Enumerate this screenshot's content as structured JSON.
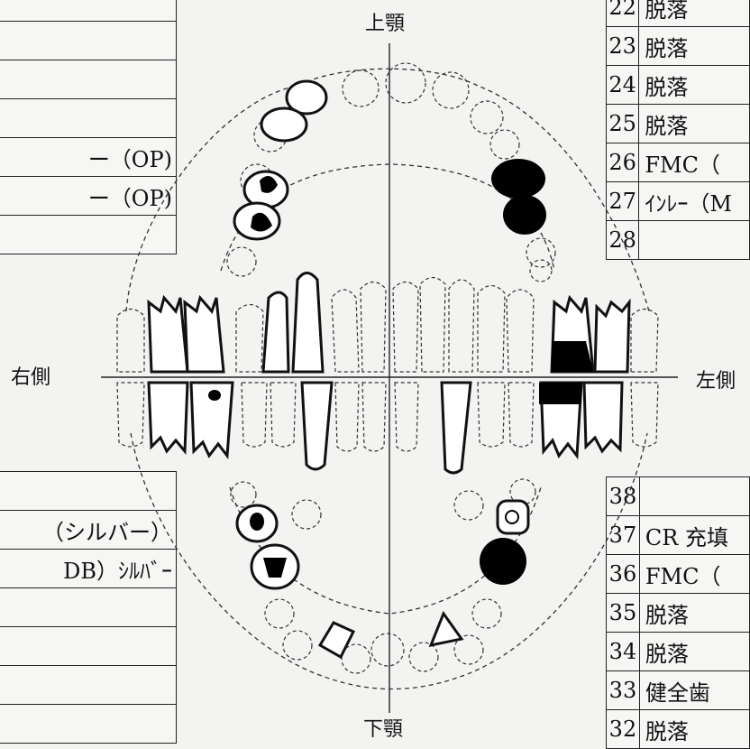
{
  "jaw_labels": {
    "upper": "上顎",
    "lower": "下顎",
    "right": "右側",
    "left": "左側"
  },
  "upper_right_rows": [
    {
      "text": ""
    },
    {
      "text": ""
    },
    {
      "text": ""
    },
    {
      "text": ""
    },
    {
      "text": "ー（OP)"
    },
    {
      "text": "ー（OP)"
    },
    {
      "text": ""
    }
  ],
  "upper_left_rows": [
    {
      "num": "22",
      "text": "脱落"
    },
    {
      "num": "23",
      "text": "脱落"
    },
    {
      "num": "24",
      "text": "脱落"
    },
    {
      "num": "25",
      "text": "脱落"
    },
    {
      "num": "26",
      "text": "FMC（"
    },
    {
      "num": "27",
      "text": "ｲﾝﾚｰ（M"
    },
    {
      "num": "28",
      "text": ""
    }
  ],
  "lower_right_rows": [
    {
      "text": ""
    },
    {
      "text": "（シルバー）"
    },
    {
      "text": "DB）ｼﾙﾊﾞｰ"
    },
    {
      "text": ""
    },
    {
      "text": ""
    },
    {
      "text": ""
    },
    {
      "text": ""
    }
  ],
  "lower_left_rows": [
    {
      "num": "38",
      "text": ""
    },
    {
      "num": "37",
      "text": "CR 充填"
    },
    {
      "num": "36",
      "text": "FMC（"
    },
    {
      "num": "35",
      "text": "脱落"
    },
    {
      "num": "34",
      "text": "脱落"
    },
    {
      "num": "33",
      "text": "健全歯"
    },
    {
      "num": "32",
      "text": "脱落"
    }
  ]
}
